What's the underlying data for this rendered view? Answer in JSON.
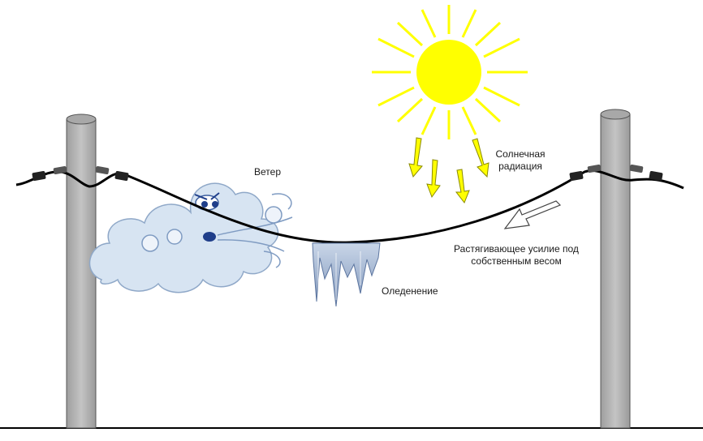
{
  "labels": {
    "wind": "Ветер",
    "solar_line1": "Солнечная",
    "solar_line2": "радиация",
    "icing": "Оледенение",
    "tension_line1": "Растягивающее усилие под",
    "tension_line2": "собственным весом"
  },
  "colors": {
    "pole": "#b8b8b8",
    "pole_stroke": "#555555",
    "wire": "#000000",
    "sun": "#ffff00",
    "sun_rays": "#ffff00",
    "radiation_arrows": "#ffff00",
    "cloud": "#d7e4f2",
    "cloud_stroke": "#8fa8c8",
    "ice": "#a9bcd6"
  },
  "icons": {
    "sun": "sun-icon",
    "cloud": "wind-cloud-icon",
    "icicles": "icicles-icon",
    "tension_arrow": "hollow-arrow-icon"
  }
}
